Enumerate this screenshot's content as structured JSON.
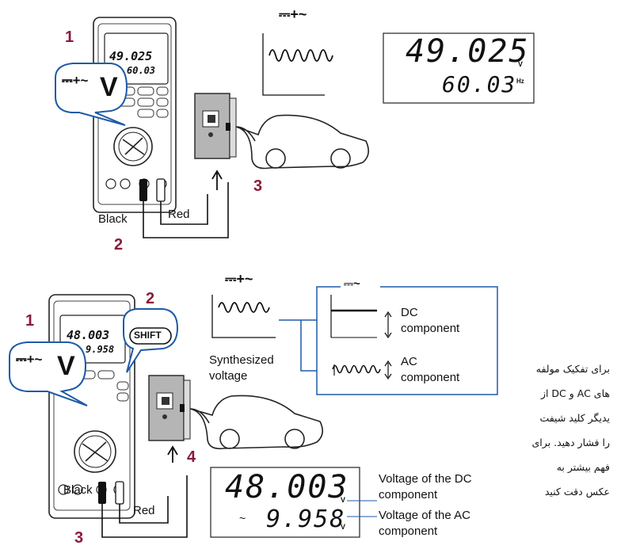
{
  "top": {
    "step1": "1",
    "step2": "2",
    "step3": "3",
    "black_label": "Black",
    "red_label": "Red",
    "meter_reading_main": "49.025",
    "meter_reading_sub": "60.03",
    "mode_symbol": "⎓+~",
    "big_display_main": "49.025",
    "big_display_sub": "60.03",
    "big_display_unit_main": "V",
    "big_display_unit_sub": "Hz"
  },
  "bottom": {
    "step1": "1",
    "step2": "2",
    "step3": "3",
    "step4": "4",
    "black_label": "Black",
    "red_label": "Red",
    "shift_label": "SHIFT",
    "meter_reading_main": "48.003",
    "meter_reading_sub": "9.958",
    "mode_symbol": "⎓+~",
    "synth_label_line1": "Synthesized",
    "synth_label_line2": "voltage",
    "split_box_symbol": "⎓~",
    "dc_label_line1": "DC",
    "dc_label_line2": "component",
    "ac_label_line1": "AC",
    "ac_label_line2": "component",
    "display_main": "48.003",
    "display_sub": "9.958",
    "display_unit": "V",
    "callout_dc_line1": "Voltage of the DC",
    "callout_dc_line2": "component",
    "callout_ac_line1": "Voltage of the AC",
    "callout_ac_line2": "component"
  },
  "persian_note": {
    "lines": [
      "برای تفکیک مولفه",
      "های AC و DC از",
      "یدیگر کلید شیفت",
      "را فشار دهید. برای",
      "فهم بیشتر به",
      "عکس دقت کنید"
    ]
  },
  "colors": {
    "step_number": "#8b1a3a",
    "arrow_blue": "#1e5aa8",
    "bubble_border": "#1e5aa8"
  }
}
